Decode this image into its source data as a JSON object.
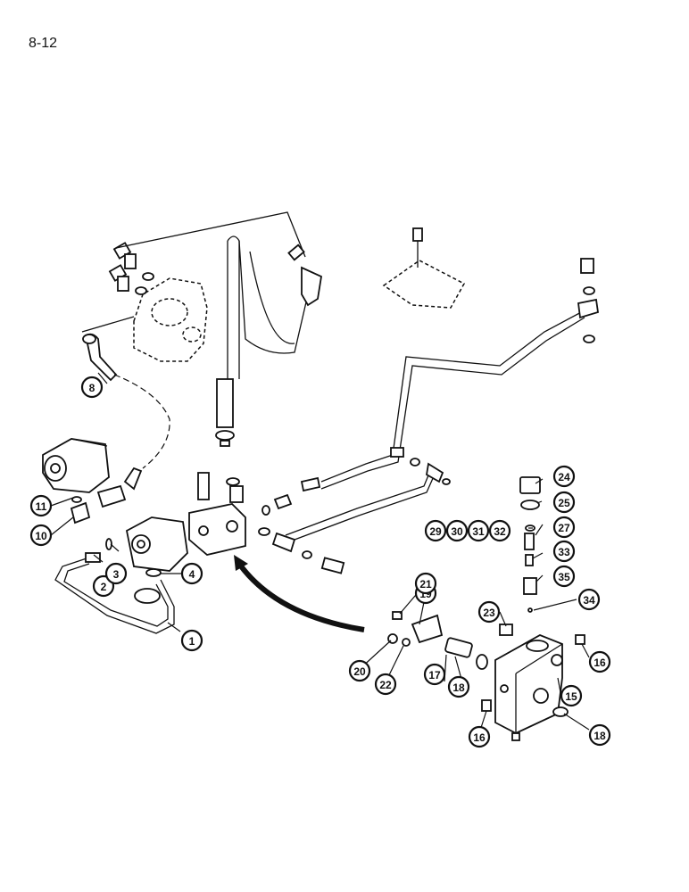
{
  "page": {
    "number": "8-12"
  },
  "callouts": [
    {
      "label": "1"
    },
    {
      "label": "2"
    },
    {
      "label": "3"
    },
    {
      "label": "4"
    },
    {
      "label": "8"
    },
    {
      "label": "10"
    },
    {
      "label": "11"
    },
    {
      "label": "15"
    },
    {
      "label": "16"
    },
    {
      "label": "16"
    },
    {
      "label": "17"
    },
    {
      "label": "18"
    },
    {
      "label": "18"
    },
    {
      "label": "19"
    },
    {
      "label": "20"
    },
    {
      "label": "21"
    },
    {
      "label": "22"
    },
    {
      "label": "23"
    },
    {
      "label": "24"
    },
    {
      "label": "25"
    },
    {
      "label": "27"
    },
    {
      "label": "29"
    },
    {
      "label": "30"
    },
    {
      "label": "31"
    },
    {
      "label": "32"
    },
    {
      "label": "33"
    },
    {
      "label": "34"
    },
    {
      "label": "35"
    }
  ]
}
